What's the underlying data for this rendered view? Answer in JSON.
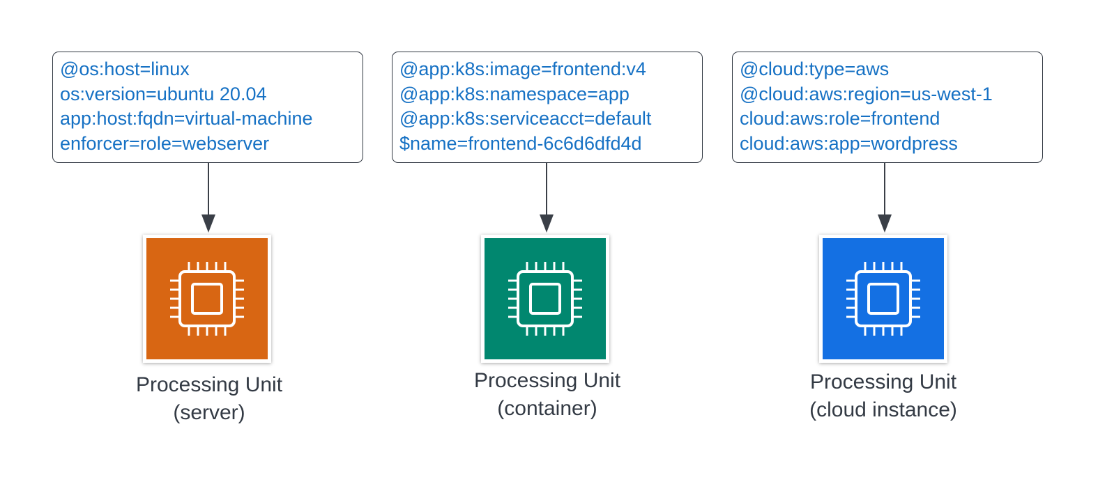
{
  "colors": {
    "label_text": "#1671c4",
    "box_border": "#2f3640",
    "arrow": "#3a3f47",
    "caption_text": "#333a44"
  },
  "units": [
    {
      "labels": [
        "@os:host=linux",
        "os:version=ubuntu 20.04",
        "app:host:fqdn=virtual-machine",
        "enforcer=role=webserver"
      ],
      "icon": "cpu-chip-icon",
      "icon_color": "#d86613",
      "caption_line1": "Processing Unit",
      "caption_line2": "(server)"
    },
    {
      "labels": [
        "@app:k8s:image=frontend:v4",
        "@app:k8s:namespace=app",
        "@app:k8s:serviceacct=default",
        "$name=frontend-6c6d6dfd4d"
      ],
      "icon": "cpu-chip-icon",
      "icon_color": "#01876f",
      "caption_line1": "Processing Unit",
      "caption_line2": "(container)"
    },
    {
      "labels": [
        "@cloud:type=aws",
        "@cloud:aws:region=us-west-1",
        "cloud:aws:role=frontend",
        "cloud:aws:app=wordpress"
      ],
      "icon": "cpu-chip-icon",
      "icon_color": "#1470e3",
      "caption_line1": "Processing Unit",
      "caption_line2": "(cloud instance)"
    }
  ]
}
